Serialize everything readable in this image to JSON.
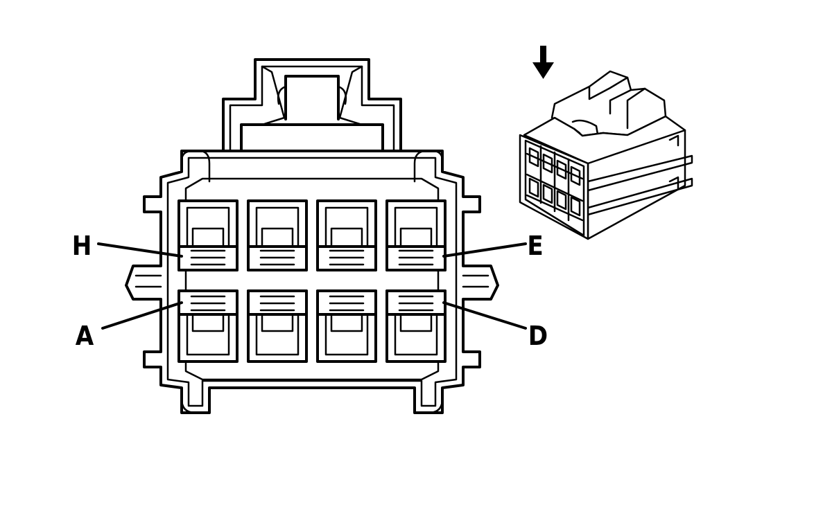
{
  "diagram": {
    "pin_labels": {
      "H": "H",
      "E": "E",
      "A": "A",
      "D": "D"
    },
    "colors": {
      "line": "#000000",
      "background": "#ffffff"
    },
    "icons": [
      "down-arrow-icon"
    ]
  }
}
